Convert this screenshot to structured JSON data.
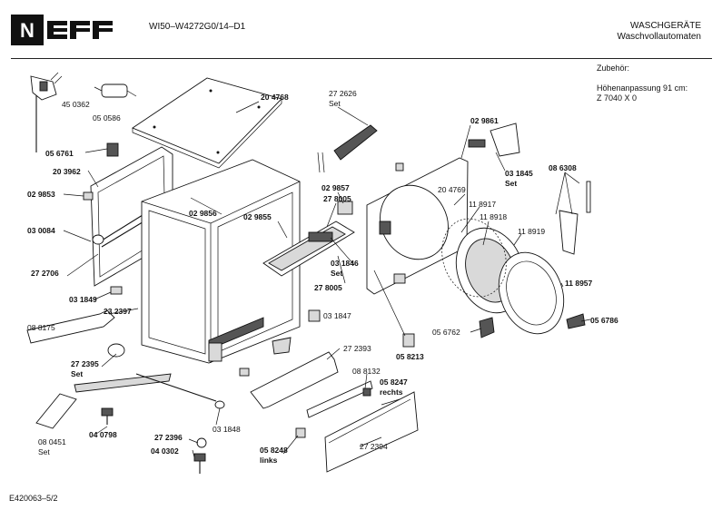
{
  "header": {
    "model": "WI50–W4272G0/14–D1",
    "category": "WASCHGERÄTE",
    "subcategory": "Waschvollautomaten"
  },
  "accessories": {
    "title": "Zubehör:",
    "item_name": "Höhenanpassung 91 cm:",
    "item_number": "Z 7040 X 0"
  },
  "footer": "E420063–5/2",
  "parts": {
    "p450362": "45 0362",
    "p050586": "05 0586",
    "p204768": "20 4768",
    "p272626": "27 2626",
    "set_a": "Set",
    "p056761": "05 6761",
    "p203962": "20 3962",
    "p029853": "02 9853",
    "p030084": "03 0084",
    "p272706": "27 2706",
    "p031849": "03 1849",
    "p088175": "08 8175",
    "p232397": "23 2397",
    "p272395": "27 2395",
    "set_b": "Set",
    "p029856": "02 9856",
    "p029855": "02 9855",
    "p029857": "02 9857",
    "p278005a": "27 8005",
    "p031846": "03 1846",
    "set_c": "Set",
    "p278005b": "27 8005",
    "p029861": "02 9861",
    "p031845": "03 1845",
    "set_d": "Set",
    "p086308": "08 6308",
    "p204769": "20 4769",
    "p118917": "11 8917",
    "p118918": "11 8918",
    "p118919": "11 8919",
    "p118957": "11 8957",
    "p031847": "03 1847",
    "p272393": "27 2393",
    "p058213": "05 8213",
    "p056762": "05 6762",
    "p056786": "05 6786",
    "p088132": "08 8132",
    "p058247": "05 8247",
    "rechts": "rechts",
    "p080451": "08 0451",
    "set_e": "Set",
    "p040798": "04 0798",
    "p272396": "27 2396",
    "p031848": "03 1848",
    "p040302": "04 0302",
    "p058248": "05 8248",
    "links": "links",
    "p272394": "27 2394"
  }
}
